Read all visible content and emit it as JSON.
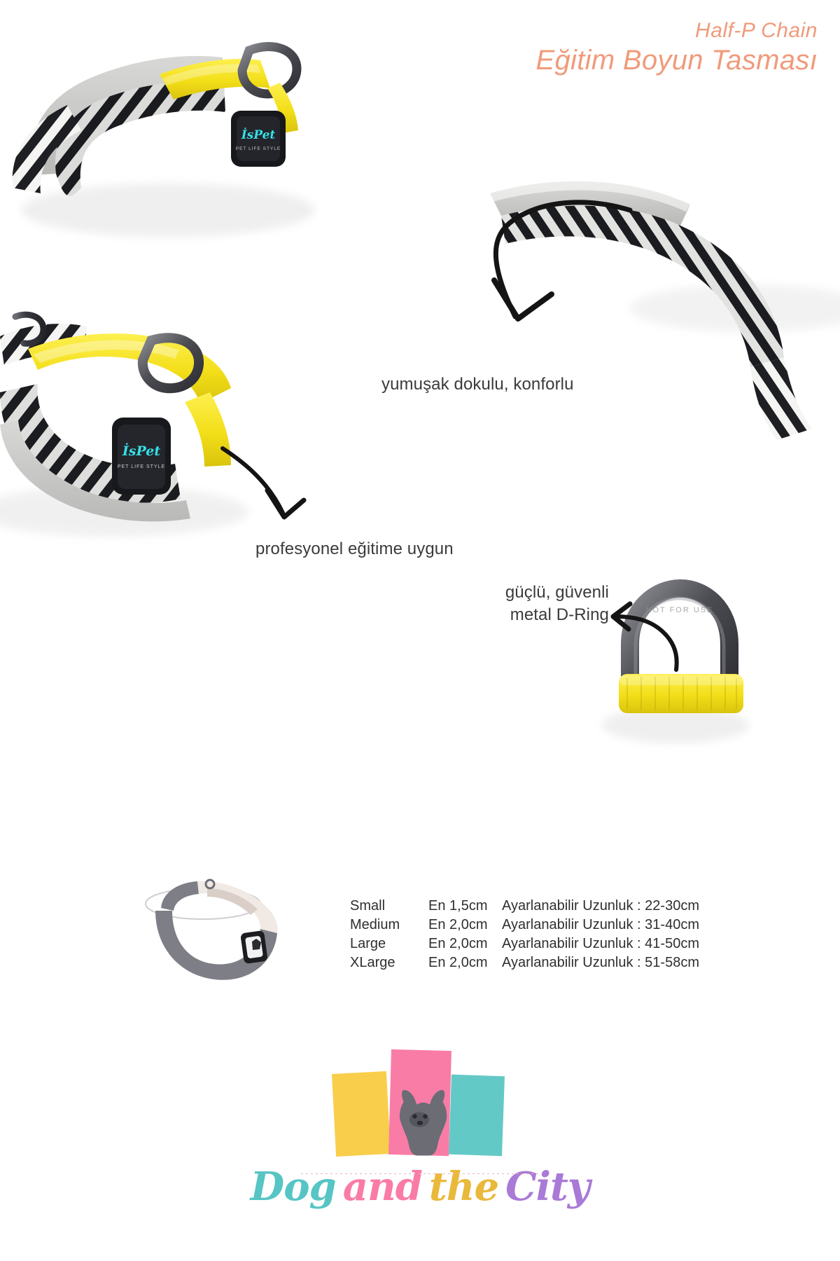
{
  "header": {
    "product_line": "Half-P Chain",
    "product_name": "Eğitim Boyun Tasması"
  },
  "annotations": {
    "soft": "yumuşak dokulu, konforlu",
    "professional": "profesyonel eğitime uygun",
    "dring_line1": "güçlü, güvenli",
    "dring_line2": "metal D-Ring"
  },
  "product": {
    "badge_brand": "İsPet",
    "badge_sub": "PET LIFE STYLE",
    "colors": {
      "accent_yellow": "#f4e02a",
      "strap_dark": "#1f2024",
      "strap_light": "#f2f2f0",
      "metal": "#4a4a50",
      "title_coral": "#f09b7b"
    }
  },
  "size_table": {
    "rows": [
      {
        "name": "Small",
        "width": "En 1,5cm",
        "length": "Ayarlanabilir Uzunluk : 22-30cm"
      },
      {
        "name": "Medium",
        "width": "En 2,0cm",
        "length": "Ayarlanabilir Uzunluk : 31-40cm"
      },
      {
        "name": "Large",
        "width": "En 2,0cm",
        "length": "Ayarlanabilir Uzunluk : 41-50cm"
      },
      {
        "name": "XLarge",
        "width": "En 2,0cm",
        "length": "Ayarlanabilir Uzunluk : 51-58cm"
      }
    ]
  },
  "logo": {
    "word1": "Dog",
    "word2": "and",
    "word3": "the",
    "word4": "City",
    "colors": {
      "dog": "#56c5c4",
      "and": "#f97ca6",
      "the": "#e9b93c",
      "city": "#a97ad6",
      "square_yellow": "#f9ce4b",
      "square_pink": "#f97ca6",
      "square_teal": "#63c9c6"
    }
  }
}
